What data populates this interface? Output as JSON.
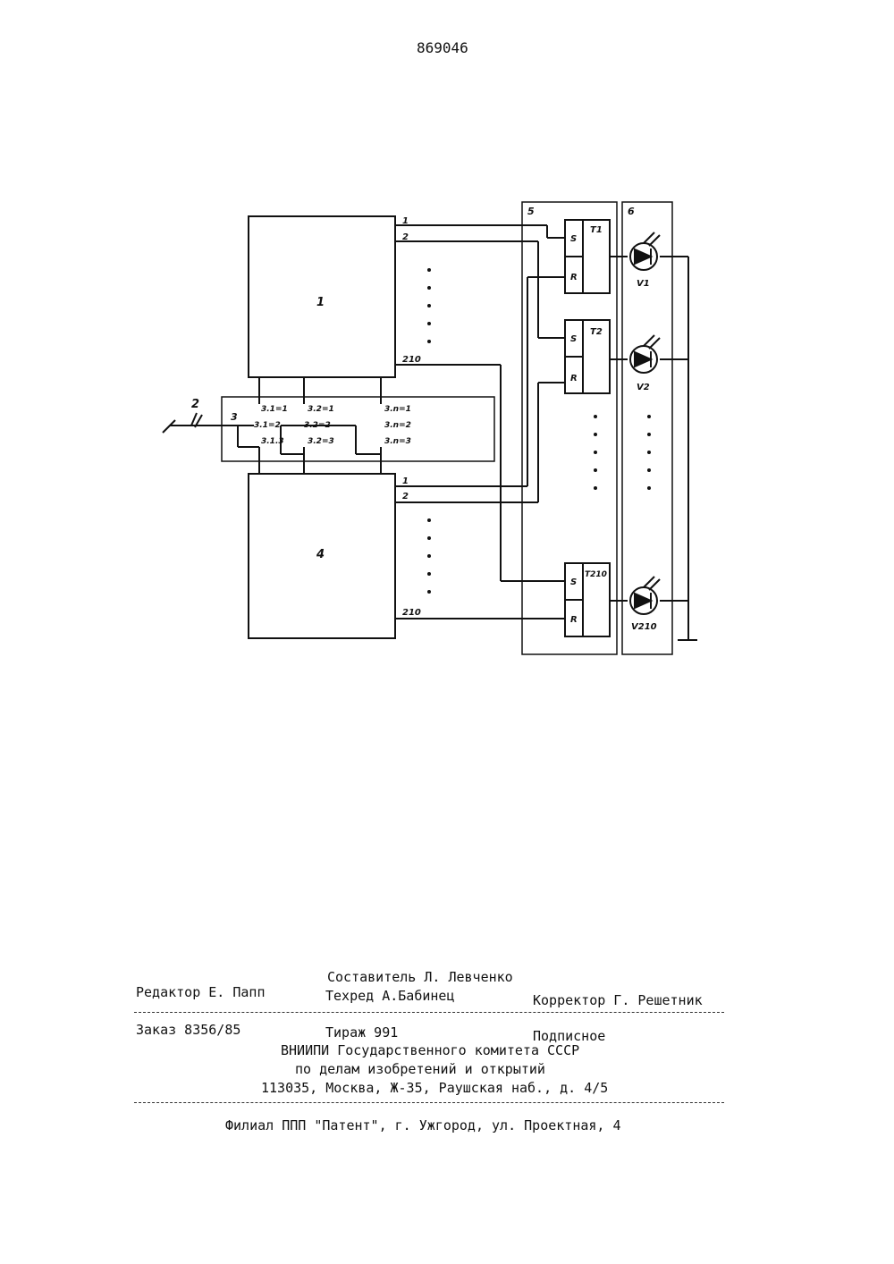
{
  "header": {
    "patent_number": "869046"
  },
  "diagram": {
    "block_top": "1",
    "block_bottom": "4",
    "switch_label": "2",
    "switch_group_label": "3",
    "register_label": "5",
    "indicator_label": "6",
    "out_1": "1",
    "out_2": "2",
    "out_last": "210",
    "switch_contacts": [
      "3.1=1",
      "3.1=2",
      "3.1.3",
      "3.2=1",
      "3.2=2",
      "3.2=3",
      "3.n=1",
      "3.n=2",
      "3.n=3"
    ],
    "triggers": [
      "T1",
      "T2",
      "T210"
    ],
    "trigger_inputs": {
      "set": "S",
      "reset": "R"
    },
    "leds": [
      "V1",
      "V2",
      "V210"
    ]
  },
  "colophon": {
    "composer": "Составитель Л. Левченко",
    "editor": "Редактор Е. Папп",
    "techred": "Техред А.Бабинец",
    "corrector": "Корректор Г. Решетник",
    "order": "Заказ 8356/85",
    "circulation": "Тираж 991",
    "subscription": "Подписное",
    "org_line1": "ВНИИПИ Государственного комитета СССР",
    "org_line2": "по делам изобретений и открытий",
    "address": "113035, Москва, Ж-35, Раушская наб., д. 4/5",
    "branch": "Филиал ППП \"Патент\", г. Ужгород, ул. Проектная, 4"
  }
}
